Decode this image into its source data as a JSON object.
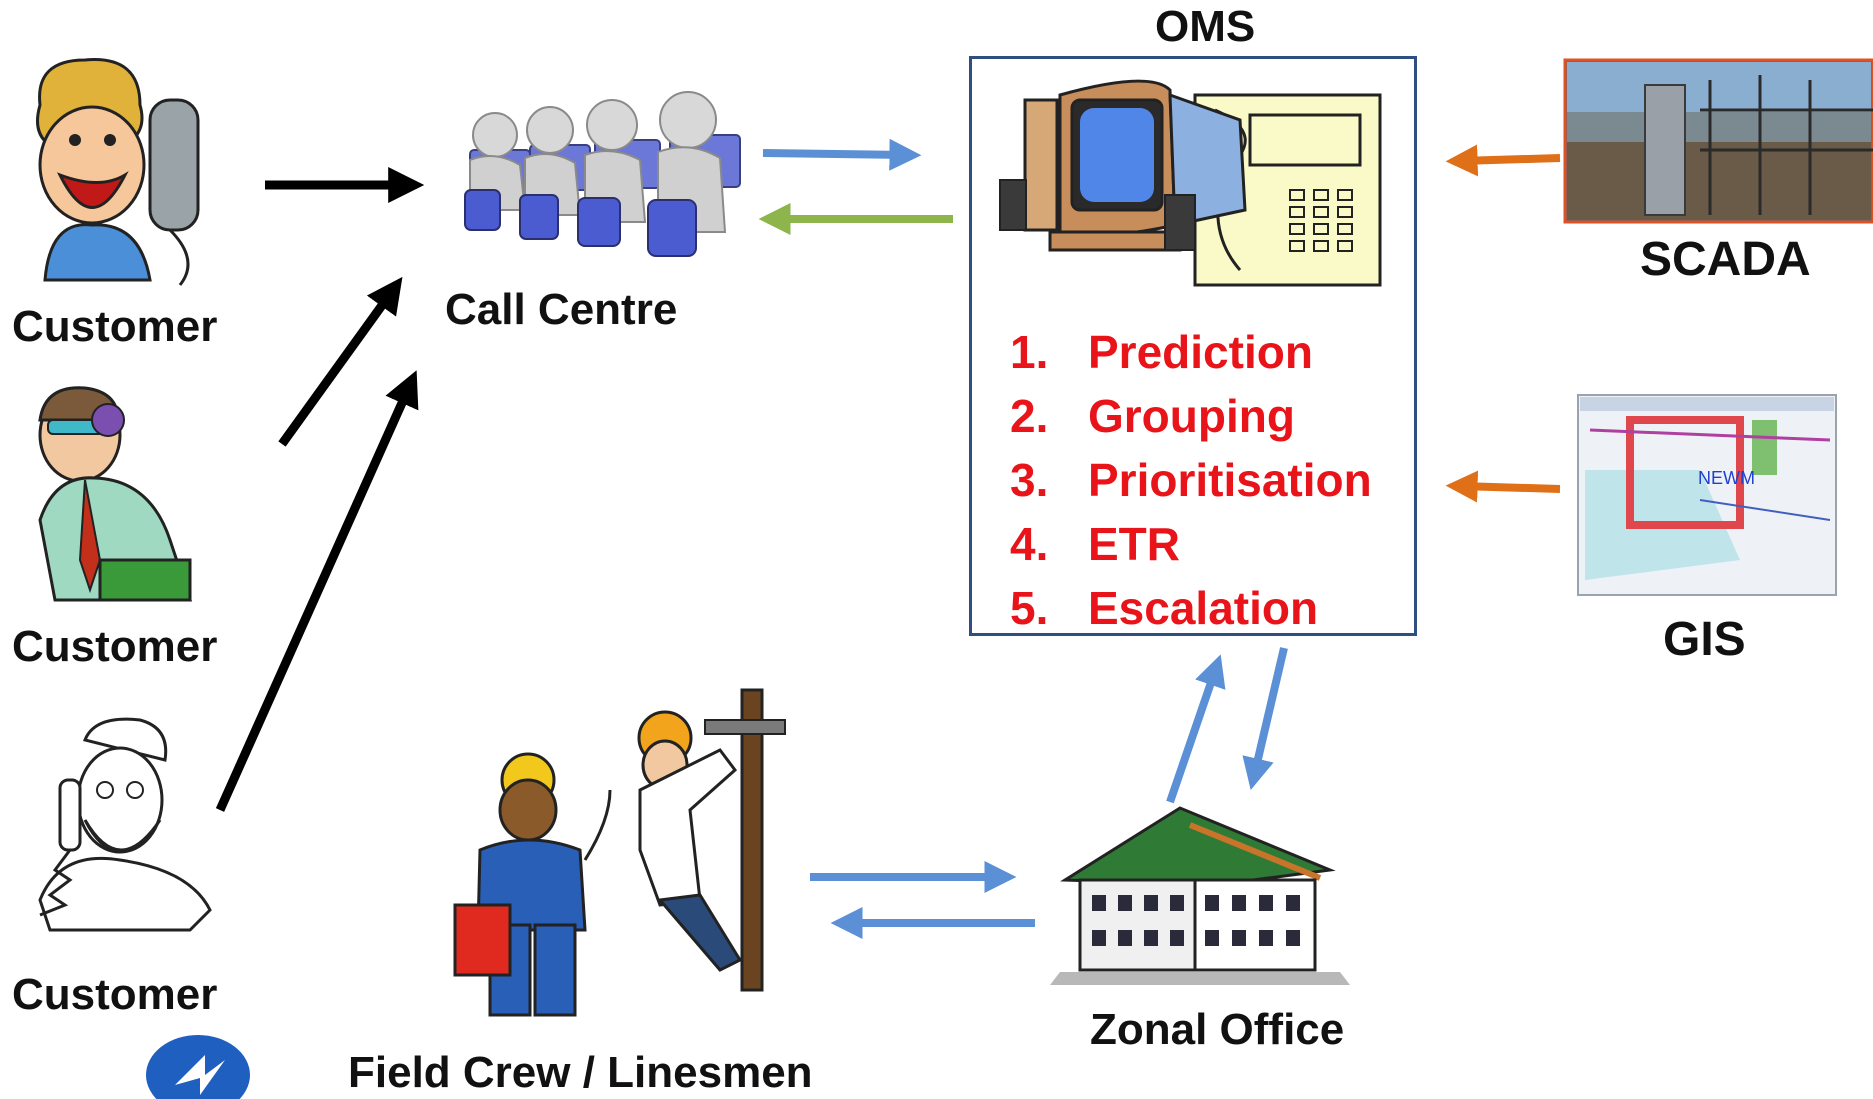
{
  "oms": {
    "title": "OMS",
    "functions": [
      {
        "number": "1.",
        "label": "Prediction"
      },
      {
        "number": "2.",
        "label": "Grouping"
      },
      {
        "number": "3.",
        "label": "Prioritisation"
      },
      {
        "number": "4.",
        "label": "ETR"
      },
      {
        "number": "5.",
        "label": "Escalation"
      }
    ],
    "list_color": "#e8141a",
    "box_border_color": "#2e4f7f"
  },
  "sources": {
    "scada": {
      "label": "SCADA"
    },
    "gis": {
      "label": "GIS",
      "map_text": "NEWM"
    }
  },
  "customers": [
    {
      "label": "Customer"
    },
    {
      "label": "Customer"
    },
    {
      "label": "Customer"
    }
  ],
  "call_centre": {
    "label": "Call Centre"
  },
  "zonal_office": {
    "label": "Zonal Office"
  },
  "field_crew": {
    "label": "Field Crew / Linesmen"
  },
  "arrow_colors": {
    "customer": "#000000",
    "oms_link": "#5b8fd6",
    "return": "#8db54b",
    "source": "#e07018"
  },
  "icons": [
    "angry-customer-phone-icon",
    "worried-customer-phone-icon",
    "elderly-customer-phone-icon",
    "call-centre-agents-icon",
    "computer-and-phone-icon",
    "scada-plant-photo",
    "gis-map-screenshot",
    "field-crew-linesmen-icon",
    "zonal-office-building-icon",
    "utility-logo-icon"
  ]
}
